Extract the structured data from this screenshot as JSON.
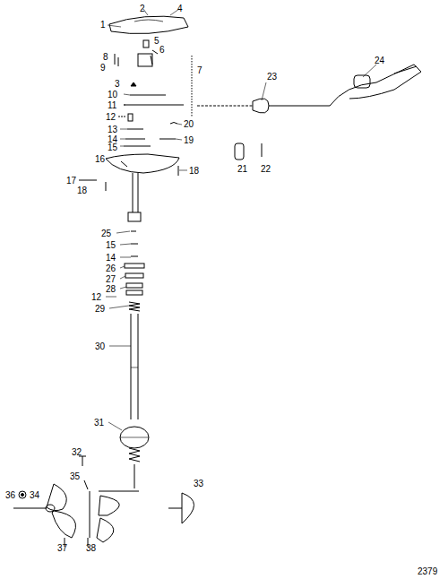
{
  "diagram": {
    "labels": [
      "1",
      "2",
      "4",
      "5",
      "6",
      "8",
      "9",
      "7",
      "3",
      "10",
      "11",
      "12",
      "20",
      "13",
      "14",
      "19",
      "15",
      "16",
      "18",
      "17",
      "18",
      "23",
      "24",
      "21",
      "22",
      "25",
      "15",
      "14",
      "26",
      "27",
      "28",
      "12",
      "29",
      "30",
      "31",
      "32",
      "33",
      "34",
      "35",
      "36",
      "37",
      "38",
      "2379"
    ]
  }
}
